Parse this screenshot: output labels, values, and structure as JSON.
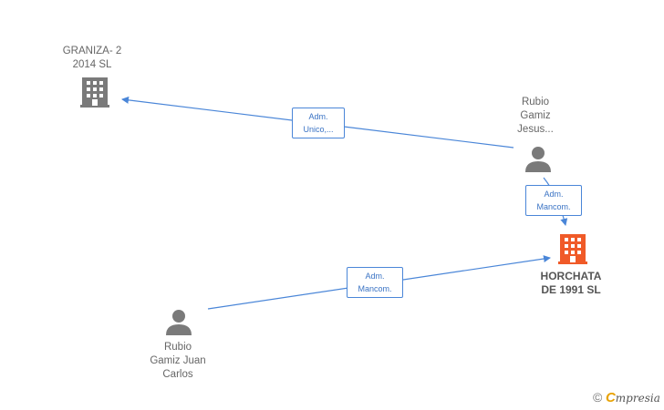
{
  "nodes": {
    "graniza": {
      "line1": "GRANIZA- 2",
      "line2": "2014  SL"
    },
    "rubio_jesus": {
      "line1": "Rubio",
      "line2": "Gamiz",
      "line3": "Jesus..."
    },
    "horchata": {
      "line1": "HORCHATA",
      "line2": "DE 1991 SL"
    },
    "rubio_juan": {
      "line1": "Rubio",
      "line2": "Gamiz Juan",
      "line3": "Carlos"
    }
  },
  "edges": {
    "jesus_to_graniza": {
      "line1": "Adm.",
      "line2": "Unico,..."
    },
    "jesus_to_horchata": {
      "line1": "Adm.",
      "line2": "Mancom."
    },
    "juan_to_horchata": {
      "line1": "Adm.",
      "line2": "Mancom."
    }
  },
  "watermark": {
    "copyright": "©",
    "brand_initial": "C",
    "brand_rest": "mpresia"
  },
  "colors": {
    "company": "#7a7a7a",
    "focus_company": "#f05a28",
    "person": "#7a7a7a",
    "edge": "#4a86d8"
  },
  "icons": {
    "company": "building-icon",
    "person": "person-icon"
  }
}
